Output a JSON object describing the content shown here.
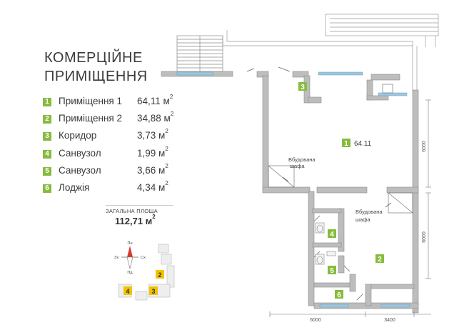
{
  "title": {
    "line1": "КОМЕРЦІЙНЕ",
    "line2": "ПРИМІЩЕННЯ"
  },
  "legend": [
    {
      "num": "1",
      "name": "Приміщення 1",
      "area": "64,11 м",
      "unit_sup": "2"
    },
    {
      "num": "2",
      "name": "Приміщення 2",
      "area": "34,88 м",
      "unit_sup": "2"
    },
    {
      "num": "3",
      "name": "Коридор",
      "area": "3,73 м",
      "unit_sup": "2"
    },
    {
      "num": "4",
      "name": "Санвузол",
      "area": "1,99 м",
      "unit_sup": "2"
    },
    {
      "num": "5",
      "name": "Санвузол",
      "area": "3,66 м",
      "unit_sup": "2"
    },
    {
      "num": "6",
      "name": "Лоджія",
      "area": "4,34 м",
      "unit_sup": "2"
    }
  ],
  "total": {
    "label": "ЗАГАЛЬНА ПЛОЩА",
    "value": "112,71 м",
    "unit_sup": "2"
  },
  "plan": {
    "room1_label": "64.11",
    "wardrobe1_line1": "Вбудована",
    "wardrobe1_line2": "шафа",
    "wardrobe2_line1": "Вбудована",
    "wardrobe2_line2": "шафа",
    "dim_right_top": "6000",
    "dim_right_bottom": "6000",
    "dim_bottom_left": "6000",
    "dim_bottom_right": "3400"
  },
  "compass": {
    "n": "Пн",
    "s": "Пд",
    "e": "Сх",
    "w": "Зх"
  },
  "colors": {
    "accent": "#86bc3d",
    "wall": "#bdbdbd",
    "window": "#9cc7e0"
  }
}
